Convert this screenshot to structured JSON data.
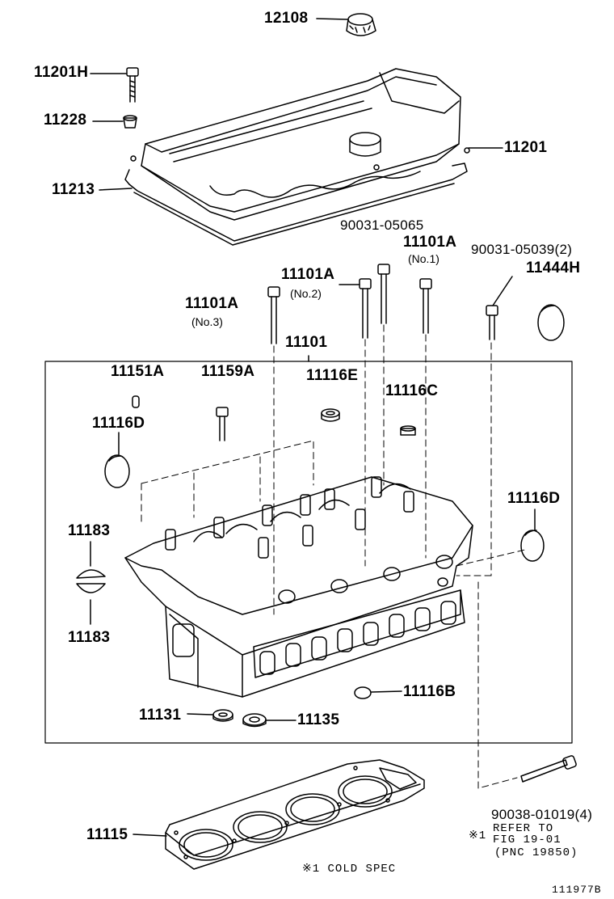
{
  "labels": {
    "p12108": "12108",
    "p11201H": "11201H",
    "p11228": "11228",
    "p11201": "11201",
    "p11213": "11213",
    "p90031_05065": "90031-05065",
    "p11101A_no1": "11101A",
    "no1": "(No.1)",
    "p90031_05039": "90031-05039(2)",
    "p11444H": "11444H",
    "p11101A_no2": "11101A",
    "no2": "(No.2)",
    "p11101A_no3": "11101A",
    "no3": "(No.3)",
    "p11101": "11101",
    "p11151A": "11151A",
    "p11159A": "11159A",
    "p11116E": "11116E",
    "p11116C": "11116C",
    "p11116D_left": "11116D",
    "p11116D_right": "11116D",
    "p11183_top": "11183",
    "p11183_bottom": "11183",
    "p11116B": "11116B",
    "p11131": "11131",
    "p11135": "11135",
    "p90038_01019": "90038-01019(4)",
    "p11115": "11115"
  },
  "notes": {
    "refer_mark": "※1",
    "refer_line1": "REFER TO",
    "refer_line2": "FIG 19-01",
    "refer_line3": "(PNC 19850)",
    "cold_spec": "※1 COLD SPEC"
  },
  "footer": {
    "figure_id": "111977B"
  },
  "colors": {
    "line": "#000000",
    "background": "#ffffff"
  }
}
